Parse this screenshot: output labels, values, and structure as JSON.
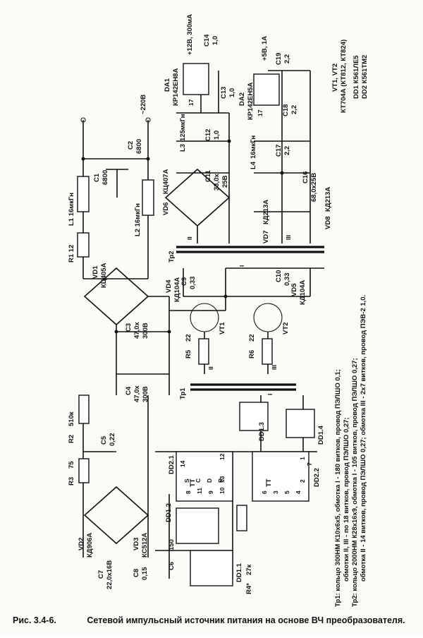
{
  "caption": {
    "figure": "Рис. 3.4-6.",
    "title": "Сетевой импульсный источник питания на основе ВЧ преобразователя."
  },
  "notes": [
    "Тр1:  кольцо 300НМ К10x6x5, обмотка I - 180 витков, провод ПЭЛШО 0,1;",
    "обмотки II, III - по 18 витков, провод ПЭЛШО 0,27;",
    "Тр2:  кольцо 2000НМ К28x16x9, обмотка I - 105 витков, провод ПЭЛШО 0,27;",
    "обмотка II - 14 витков, провод ПЭЛШО 0,27; обмотка III - 2x7 витков, провод ПЭВ-2 1,0."
  ],
  "labels": {
    "mains": "~220В",
    "out12": "+12В, 300мА",
    "out5": "+5В, 1А",
    "c1": "C1",
    "c1v": "6800",
    "c2": "C2",
    "c2v": "6800",
    "l1": "L1 16мкГн",
    "l2": "L2 16мкГн",
    "r1": "R1 12",
    "vd1": "VD1",
    "vd1t": "КЦ405А",
    "c3": "C3",
    "c3v": "47,0x",
    "c3v2": "300В",
    "c4": "C4",
    "c4v": "47,0x",
    "c4v2": "300В",
    "vd4": "VD4",
    "vd4t": "КД104А",
    "vd5": "VD5",
    "vd5t": "КД104А",
    "c9": "C9",
    "c9v": "0,33",
    "c10": "C10",
    "c10v": "0,33",
    "vt1": "VT1",
    "vt2": "VT2",
    "r5": "R5",
    "r5v": "22",
    "r6": "R6",
    "r6v": "22",
    "tp1": "Тр1",
    "tp2": "Тр2",
    "r2": "R2",
    "r2v": "510к",
    "c5": "C5",
    "c5v": "0,22",
    "r3": "R3",
    "r3v": "75",
    "vd2": "VD2",
    "vd2t": "КД906А",
    "vd3": "VD3",
    "vd3t": "КС512А",
    "c7": "C7",
    "c7v": "22,0x16В",
    "c8": "C8",
    "c8v": "0,15",
    "c6": "C6",
    "c6v": "150",
    "r4": "R4*",
    "r4v": "27к",
    "dd11": "DD1.1",
    "dd12": "DD1.2",
    "dd13": "DD1.3",
    "dd14": "DD1.4",
    "dd21": "DD2.1",
    "dd22": "DD2.2",
    "tt": "TT",
    "vd6": "VD6",
    "vd6t": "КЦ407А",
    "vd7": "VD7",
    "vd7t": "КД213А",
    "vd8": "VD8",
    "vd8t": "КД213А",
    "da1": "DA1",
    "da1t": "КР142ЕН8А",
    "da2": "DA2",
    "da2t": "КР142ЕН5А",
    "l3": "L3",
    "l3v": "125мкГн",
    "l4": "L4",
    "l4v": "16мкГн",
    "c11": "C11",
    "c11v": "33,0x",
    "c11v2": "25В",
    "c12": "C12",
    "c12v": "1,0",
    "c13": "C13",
    "c13v": "1,0",
    "c14": "C14",
    "c14v": "1,0",
    "c16": "C16",
    "c16v": "68,0x25В",
    "c17": "C17",
    "c17v": "2,2",
    "c18": "C18",
    "c18v": "2,2",
    "c19": "C19",
    "c19v": "2,2",
    "leg1": "VT1, VT2",
    "leg2": "КТ704А (КТ812, КТ824)",
    "leg3": "DD1 К561ЛЕ5",
    "leg4": "DD2 К561ТМ2"
  },
  "pins": {
    "p1": "1",
    "p2": "2",
    "p3": "3",
    "p4": "4",
    "p5": "5",
    "p6": "6",
    "p7": "7",
    "p8": "8",
    "p9": "9",
    "p10": "10",
    "p11": "11",
    "p12": "12",
    "p13": "13",
    "p14": "14",
    "p17": "17",
    "s": "S",
    "c": "C",
    "d": "D",
    "r": "R",
    "w1": "I",
    "w2": "II",
    "w3": "III"
  }
}
